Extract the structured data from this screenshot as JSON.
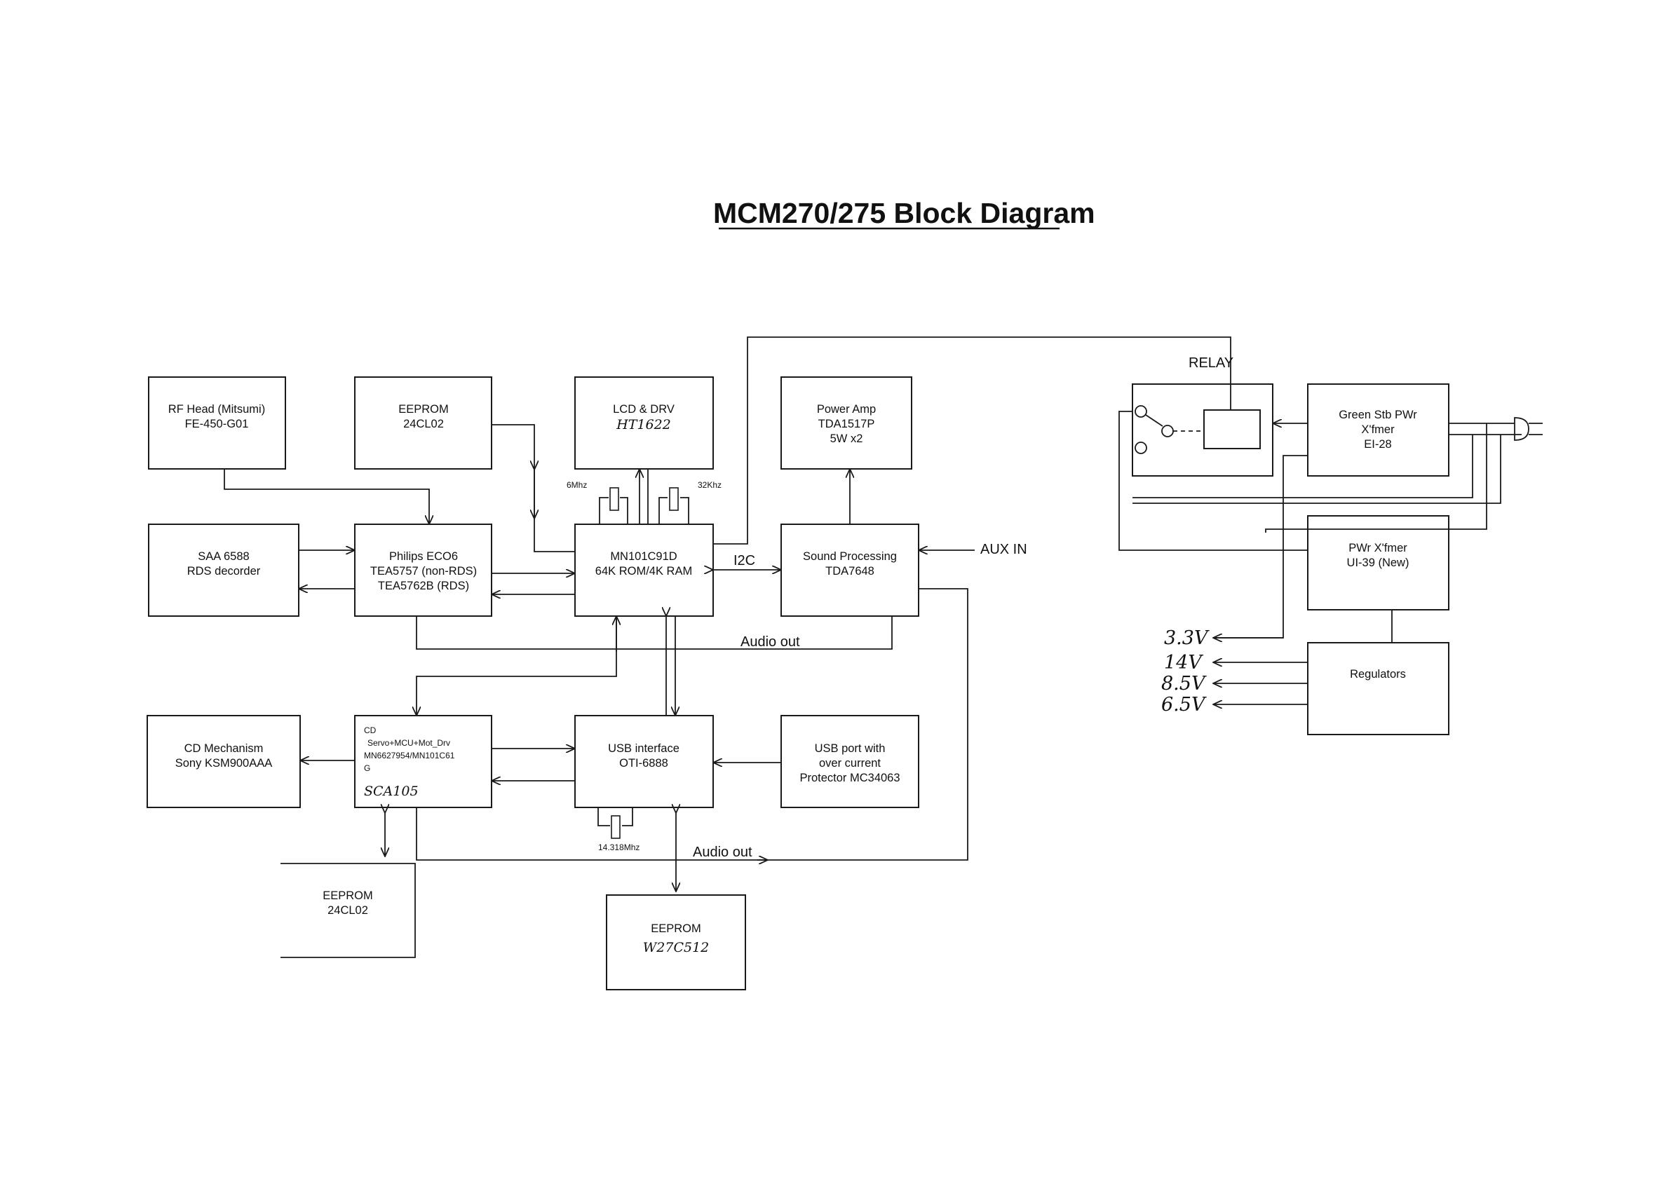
{
  "title": "MCM270/275 Block Diagram",
  "blocks": {
    "rf_head": [
      "RF Head (Mitsumi)",
      "FE-450-G01"
    ],
    "eeprom_top": [
      "EEPROM",
      "24CL02"
    ],
    "lcd_drv": [
      "LCD & DRV",
      "HT1622"
    ],
    "power_amp": [
      "Power Amp",
      "TDA1517P",
      "5W x2"
    ],
    "saa_rds": [
      "SAA 6588",
      "RDS decorder"
    ],
    "philips_eco": [
      "Philips ECO6",
      "TEA5757 (non-RDS)",
      "TEA5762B (RDS)"
    ],
    "mcu": [
      "MN101C91D",
      "64K ROM/4K RAM"
    ],
    "sound_proc": [
      "Sound Processing",
      "TDA7648"
    ],
    "cd_mech": [
      "CD Mechanism",
      "Sony KSM900AAA"
    ],
    "cd_servo": [
      "CD",
      "Servo+MCU+Mot_Drv",
      "MN6627954/MN101C61",
      "G",
      "SCA105"
    ],
    "usb_iface": [
      "USB interface",
      "OTI-6888"
    ],
    "usb_port": [
      "USB port with",
      "over current",
      "Protector MC34063"
    ],
    "eeprom_bottom": [
      "EEPROM",
      "24CL02"
    ],
    "eeprom_usb": [
      "EEPROM",
      "W27C512"
    ],
    "green_stb": [
      "Green Stb PWr",
      "X'fmer",
      "EI-28"
    ],
    "pwr_xfmer": [
      "PWr X'fmer",
      "UI-39 (New)"
    ],
    "regulators": [
      "Regulators"
    ]
  },
  "labels": {
    "relay": "RELAY",
    "aux_in": "AUX IN",
    "i2c": "I2C",
    "audio_out_1": "Audio out",
    "audio_out_2": "Audio out",
    "xtal_6mhz": "6Mhz",
    "xtal_32khz": "32Khz",
    "xtal_14mhz": "14.318Mhz"
  },
  "voltages": [
    "3.3V",
    "14V",
    "8.5V",
    "6.5V"
  ]
}
